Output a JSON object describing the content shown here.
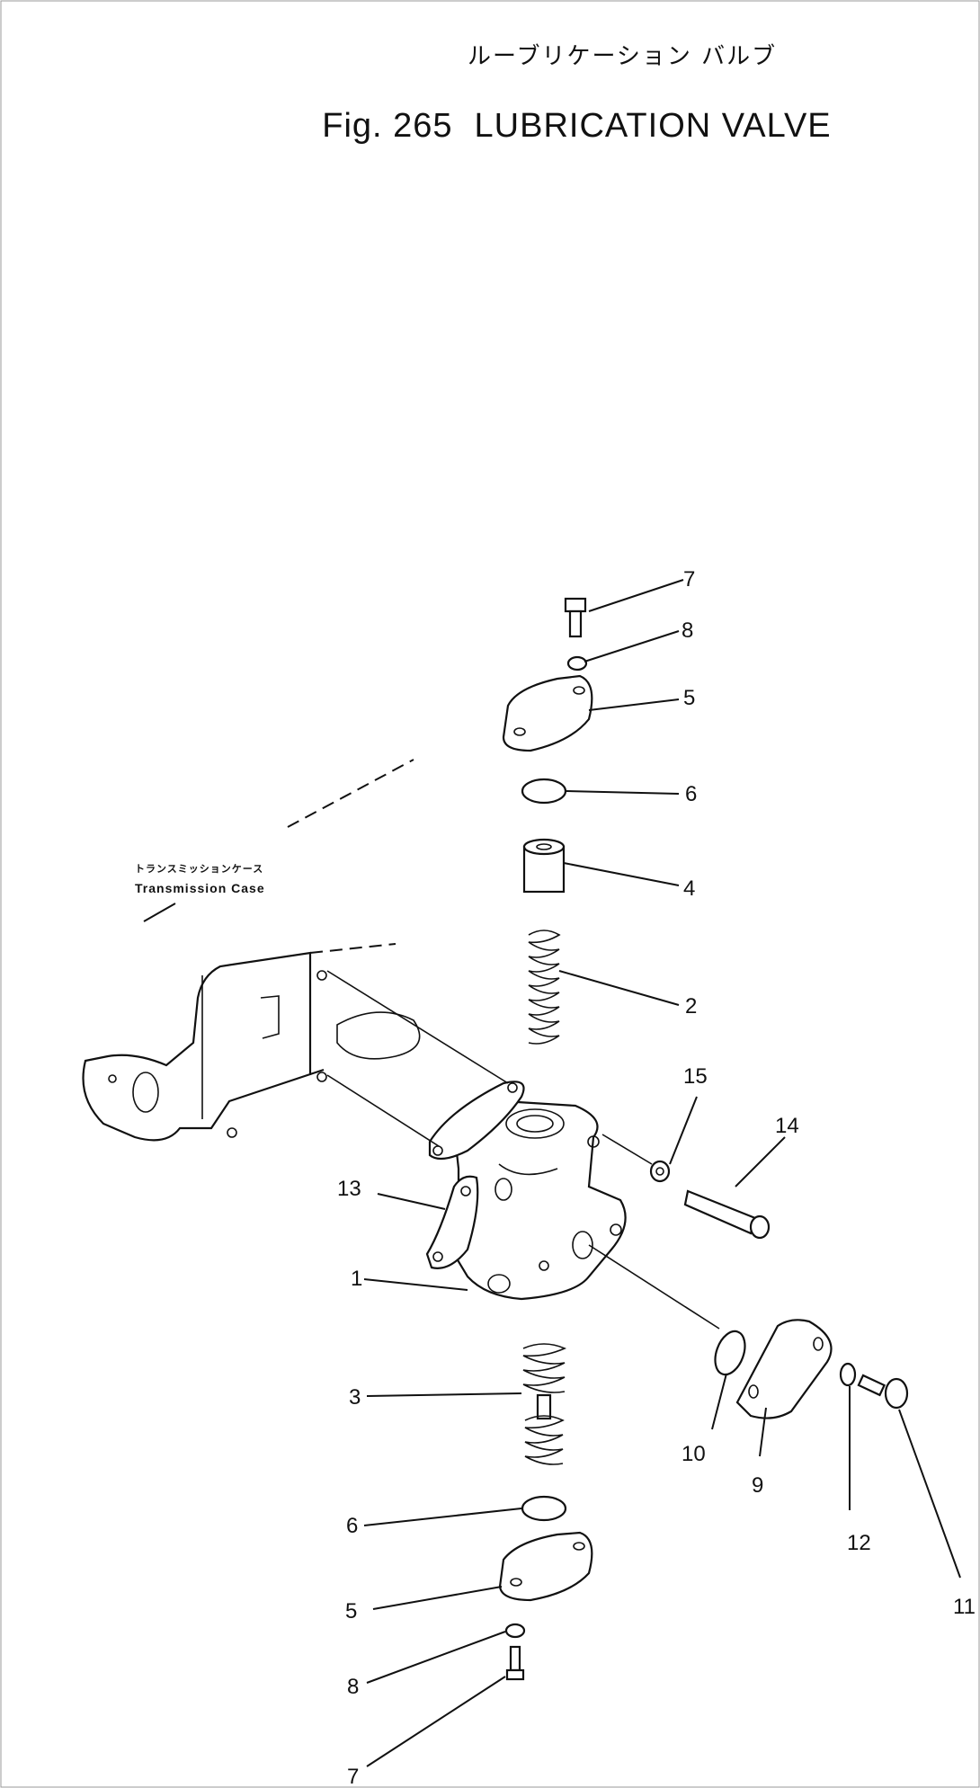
{
  "title": {
    "japanese": "ルーブリケーション バルブ",
    "fig_label": "Fig. 265",
    "english": "LUBRICATION VALVE"
  },
  "callout_case": {
    "japanese": "トランスミッションケース",
    "english": "Transmission Case"
  },
  "part_numbers": {
    "p1": "1",
    "p2": "2",
    "p3": "3",
    "p4": "4",
    "p5_top": "5",
    "p5_bottom": "5",
    "p6_top": "6",
    "p6_bottom": "6",
    "p7_top": "7",
    "p7_bottom": "7",
    "p8_top": "8",
    "p8_bottom": "8",
    "p9": "9",
    "p10": "10",
    "p11": "11",
    "p12": "12",
    "p13": "13",
    "p14": "14",
    "p15": "15"
  }
}
